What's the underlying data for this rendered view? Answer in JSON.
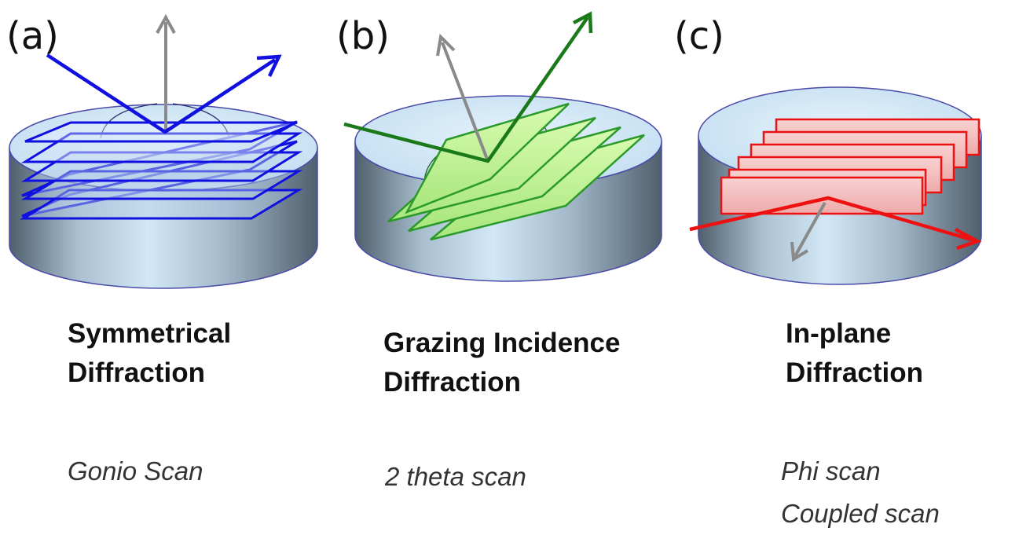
{
  "panels": [
    {
      "letter": "(a)",
      "title_lines": [
        "Symmetrical",
        "Diffraction"
      ],
      "scan_lines": [
        "Gonio Scan"
      ],
      "beam_color": "#1010e0",
      "plane_color": "#1010e0"
    },
    {
      "letter": "(b)",
      "title_lines": [
        "Grazing Incidence",
        "Diffraction"
      ],
      "scan_lines": [
        "2 theta scan"
      ],
      "beam_color": "#1a7a1a",
      "plane_color": "#c8f5a0"
    },
    {
      "letter": "(c)",
      "title_lines": [
        "In-plane",
        "Diffraction"
      ],
      "scan_lines": [
        "Phi scan",
        "Coupled scan"
      ],
      "beam_color": "#ee1111",
      "plane_color": "#f4c0c0"
    }
  ],
  "colors": {
    "normal_arrow": "#8a8a8a",
    "disk_top": "#cfe6f7",
    "disk_side_light": "#cfe6f5",
    "disk_side_dark": "#5a6a78"
  }
}
